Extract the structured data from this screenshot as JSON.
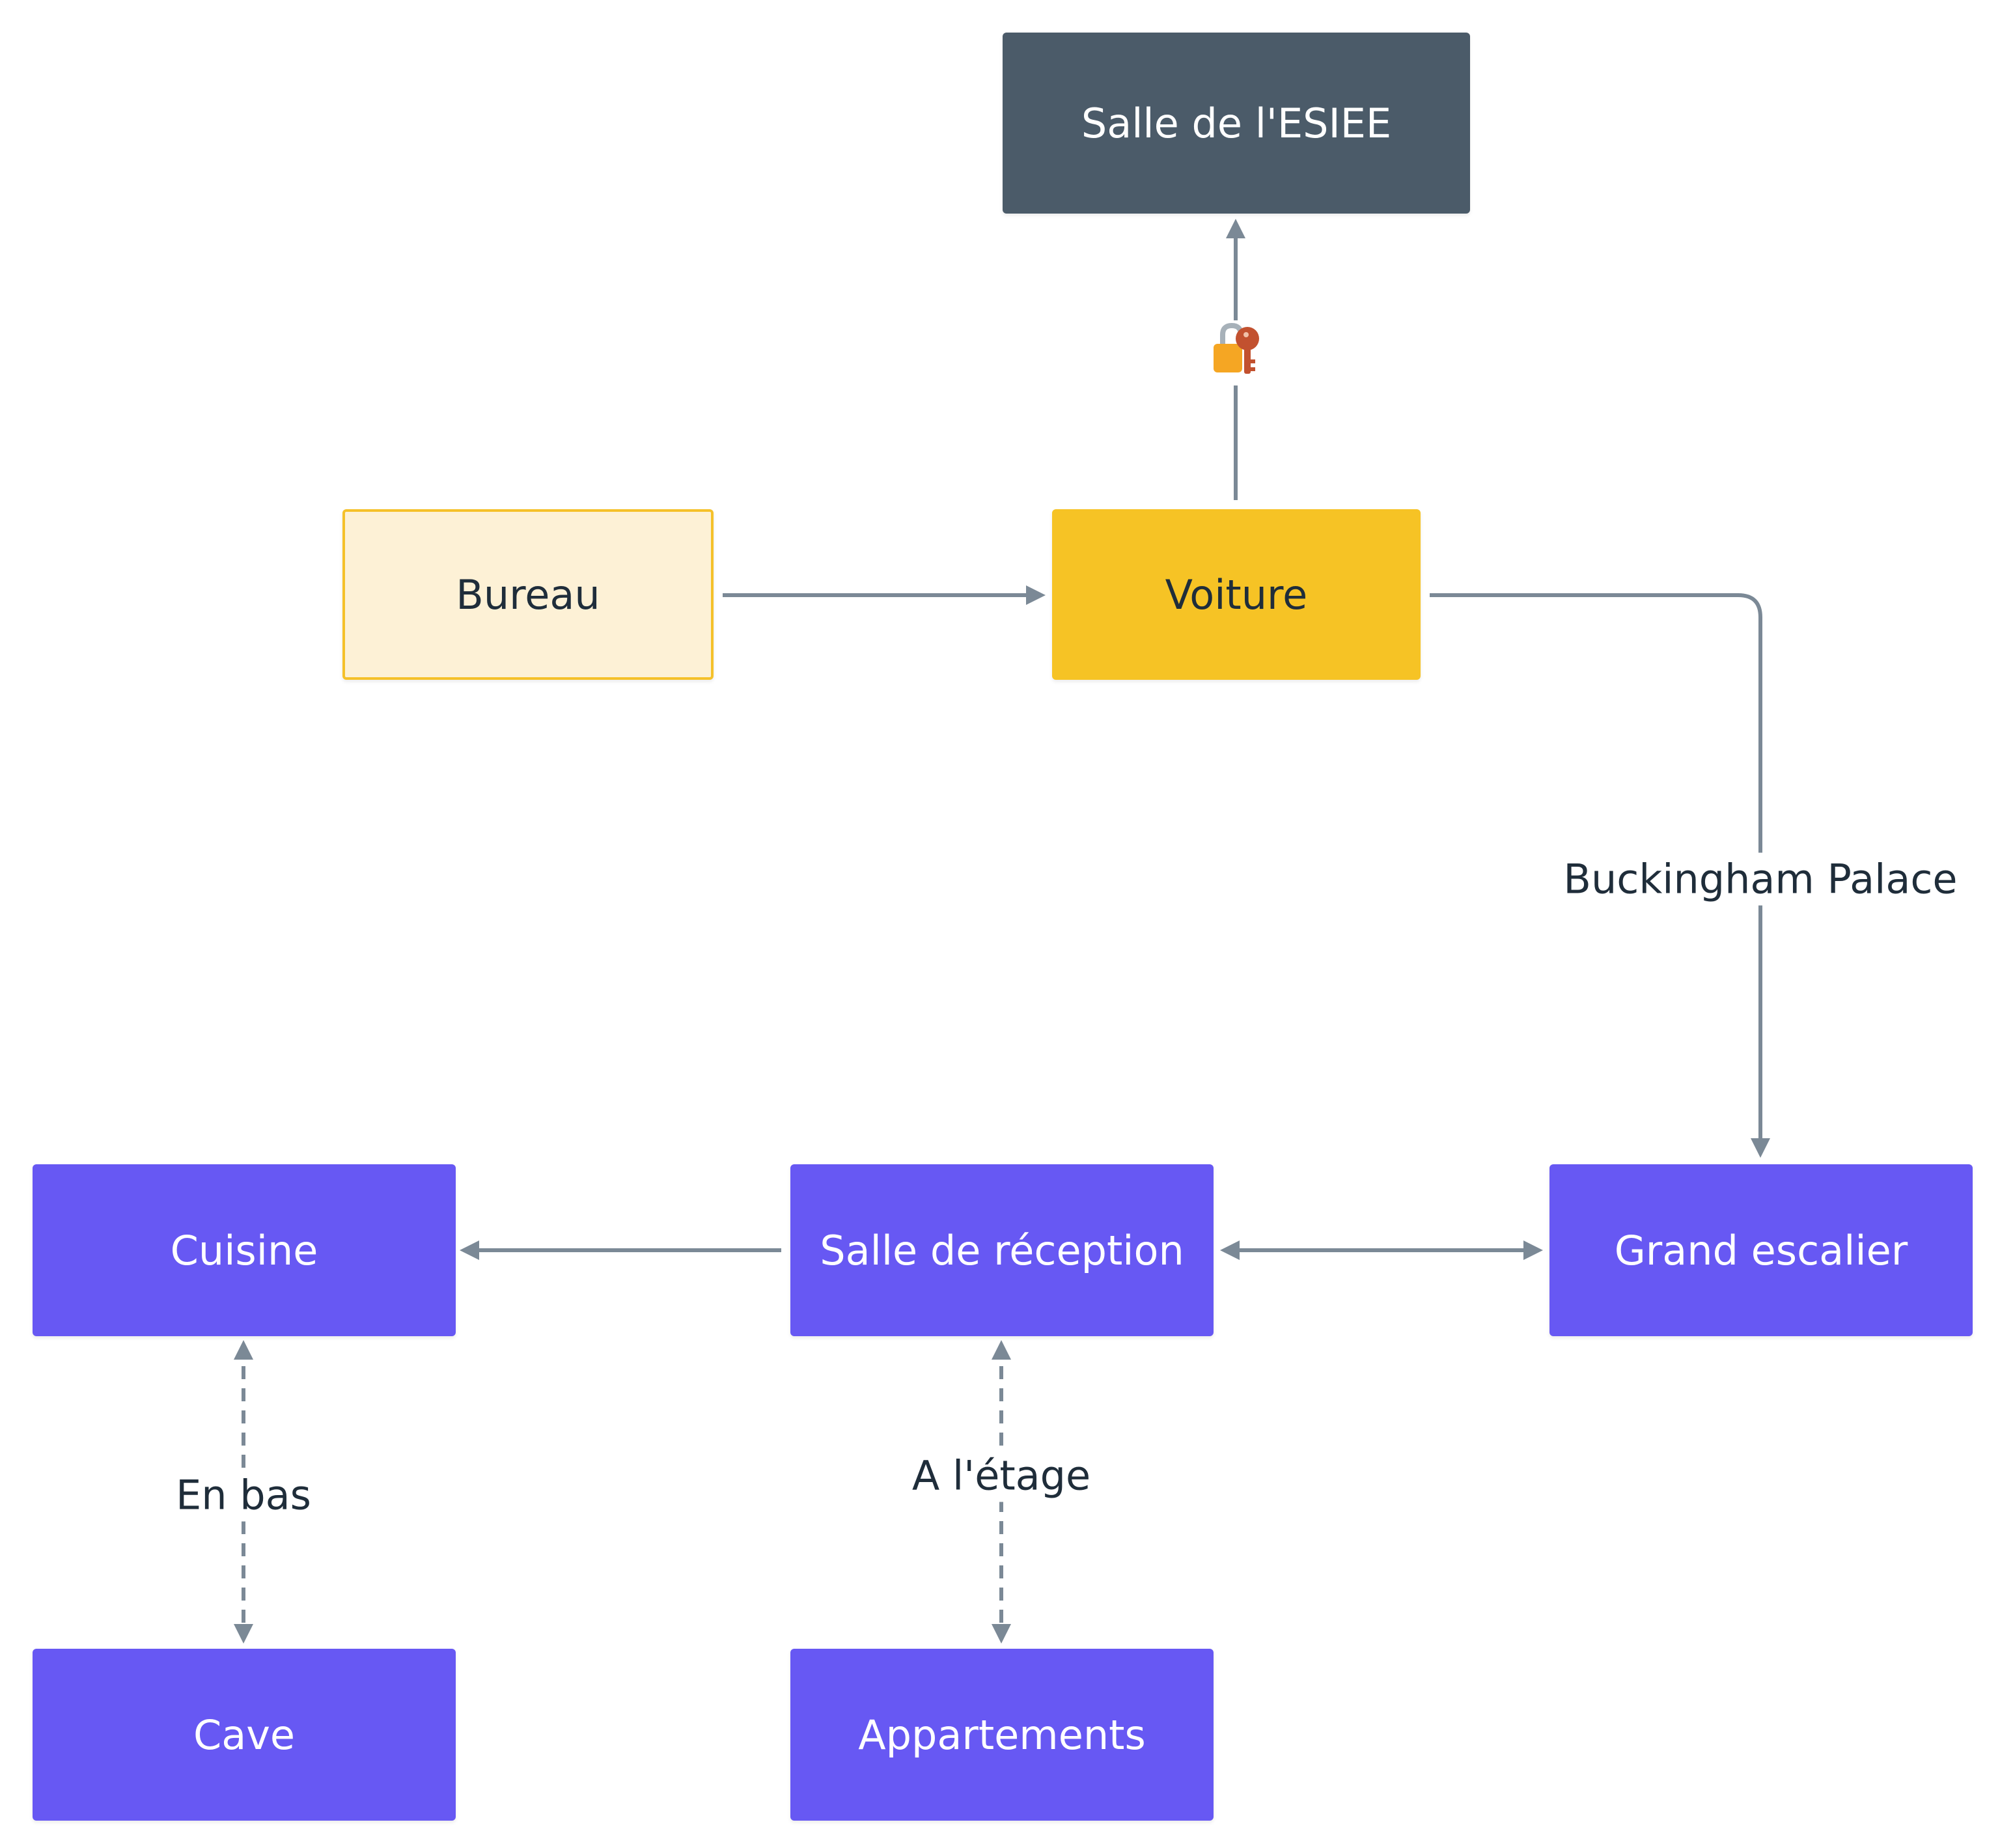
{
  "nodes": {
    "salle_esiee": "Salle de l'ESIEE",
    "bureau": "Bureau",
    "voiture": "Voiture",
    "cuisine": "Cuisine",
    "salle_reception": "Salle de réception",
    "grand_escalier": "Grand escalier",
    "cave": "Cave",
    "appartements": "Appartements"
  },
  "edges": [
    {
      "from": "bureau",
      "to": "voiture",
      "style": "solid",
      "direction": "forward"
    },
    {
      "from": "voiture",
      "to": "salle_esiee",
      "style": "solid",
      "direction": "forward",
      "icon": "lock-with-key-icon"
    },
    {
      "from": "voiture",
      "to": "grand_escalier",
      "style": "solid",
      "direction": "forward",
      "label": "Buckingham Palace"
    },
    {
      "from": "salle_reception",
      "to": "cuisine",
      "style": "solid",
      "direction": "forward"
    },
    {
      "from": "salle_reception",
      "to": "grand_escalier",
      "style": "solid",
      "direction": "both"
    },
    {
      "from": "cuisine",
      "to": "cave",
      "style": "dashed",
      "direction": "both",
      "label": "En bas"
    },
    {
      "from": "salle_reception",
      "to": "appartements",
      "style": "dashed",
      "direction": "both",
      "label": "A l'étage"
    }
  ],
  "edge_labels": {
    "buckingham": "Buckingham Palace",
    "en_bas": "En bas",
    "a_letage": "A l'étage"
  },
  "colors": {
    "dark_node": "#4b5b69",
    "light_node_fill": "#fdf1d6",
    "light_node_border": "#f5c12a",
    "yellow_node": "#f6c325",
    "purple_node": "#6758f3",
    "edge": "#7b8996",
    "text_dark": "#1f2d3a"
  }
}
